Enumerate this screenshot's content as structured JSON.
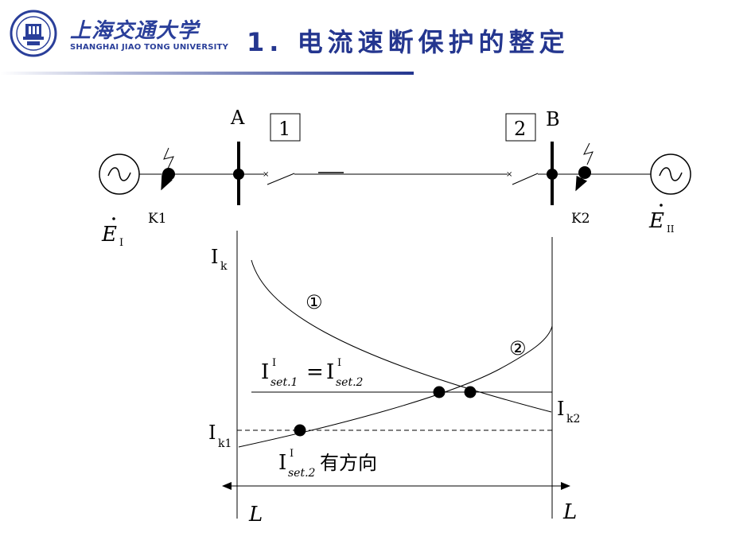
{
  "header": {
    "logo_cn": "上海交通大学",
    "logo_en": "SHANGHAI JIAO TONG UNIVERSITY",
    "title": "1. 电流速断保护的整定"
  },
  "colors": {
    "brand": "#24368f",
    "line": "#000000"
  },
  "diagram": {
    "bus_a": "A",
    "bus_b": "B",
    "relay_1": "1",
    "relay_2": "2",
    "fault_k1": "K1",
    "fault_k2": "K2",
    "source_left_main": "E",
    "source_left_sub": "I",
    "source_right_main": "E",
    "source_right_sub": "II",
    "ik_main": "I",
    "ik_sub": "k",
    "curve_1_tag": "①",
    "curve_2_tag": "②",
    "setting_eq": {
      "lhs_main": "I",
      "lhs_sup": "I",
      "lhs_sub": "set.1",
      "equals": "=",
      "rhs_main": "I",
      "rhs_sup": "I",
      "rhs_sub": "set.2"
    },
    "ik2_main": "I",
    "ik2_sub": "k2",
    "ik1_main": "I",
    "ik1_sub": "k1",
    "directional_main": "I",
    "directional_sup": "I",
    "directional_sub": "set.2",
    "directional_text": "有方向",
    "length_left": "L",
    "length_right": "L"
  }
}
